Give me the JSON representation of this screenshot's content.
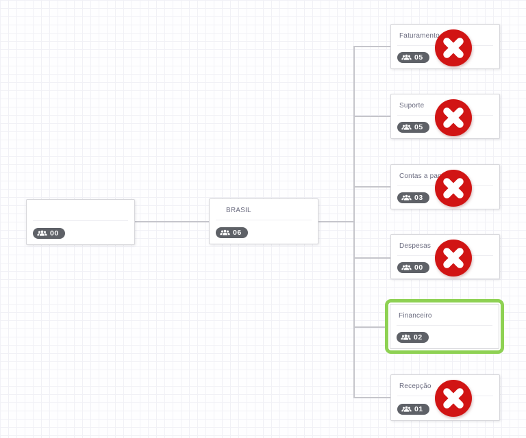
{
  "view": {
    "type": "organization-chart-canvas",
    "selected_node": "Financeiro"
  },
  "palette": {
    "delete_red": "#d11414",
    "selected_green": "#8ed153",
    "badge_bg": "#5e6167",
    "connector_gray": "#c5c5cb",
    "card_border": "#d7d7db",
    "title_text": "#6a6b7f"
  },
  "icons": {
    "badge_icon": "users-icon",
    "delete_icon": "x-circle-icon"
  },
  "nodes": [
    {
      "id": "root",
      "title": "",
      "member_count": "00",
      "deletable": false,
      "selected": false,
      "parent": null
    },
    {
      "id": "brasil",
      "title": "BRASIL",
      "member_count": "06",
      "deletable": false,
      "selected": false,
      "parent": "root"
    },
    {
      "id": "faturamento",
      "title": "Faturamento",
      "member_count": "05",
      "deletable": true,
      "selected": false,
      "parent": "brasil"
    },
    {
      "id": "suporte",
      "title": "Suporte",
      "member_count": "05",
      "deletable": true,
      "selected": false,
      "parent": "brasil"
    },
    {
      "id": "contas-a-pagar",
      "title": "Contas a pagar",
      "member_count": "03",
      "deletable": true,
      "selected": false,
      "parent": "brasil"
    },
    {
      "id": "despesas",
      "title": "Despesas",
      "member_count": "00",
      "deletable": true,
      "selected": false,
      "parent": "brasil"
    },
    {
      "id": "financeiro",
      "title": "Financeiro",
      "member_count": "02",
      "deletable": false,
      "selected": true,
      "parent": "brasil"
    },
    {
      "id": "recepcao",
      "title": "Recepção",
      "member_count": "01",
      "deletable": true,
      "selected": false,
      "parent": "brasil"
    }
  ]
}
